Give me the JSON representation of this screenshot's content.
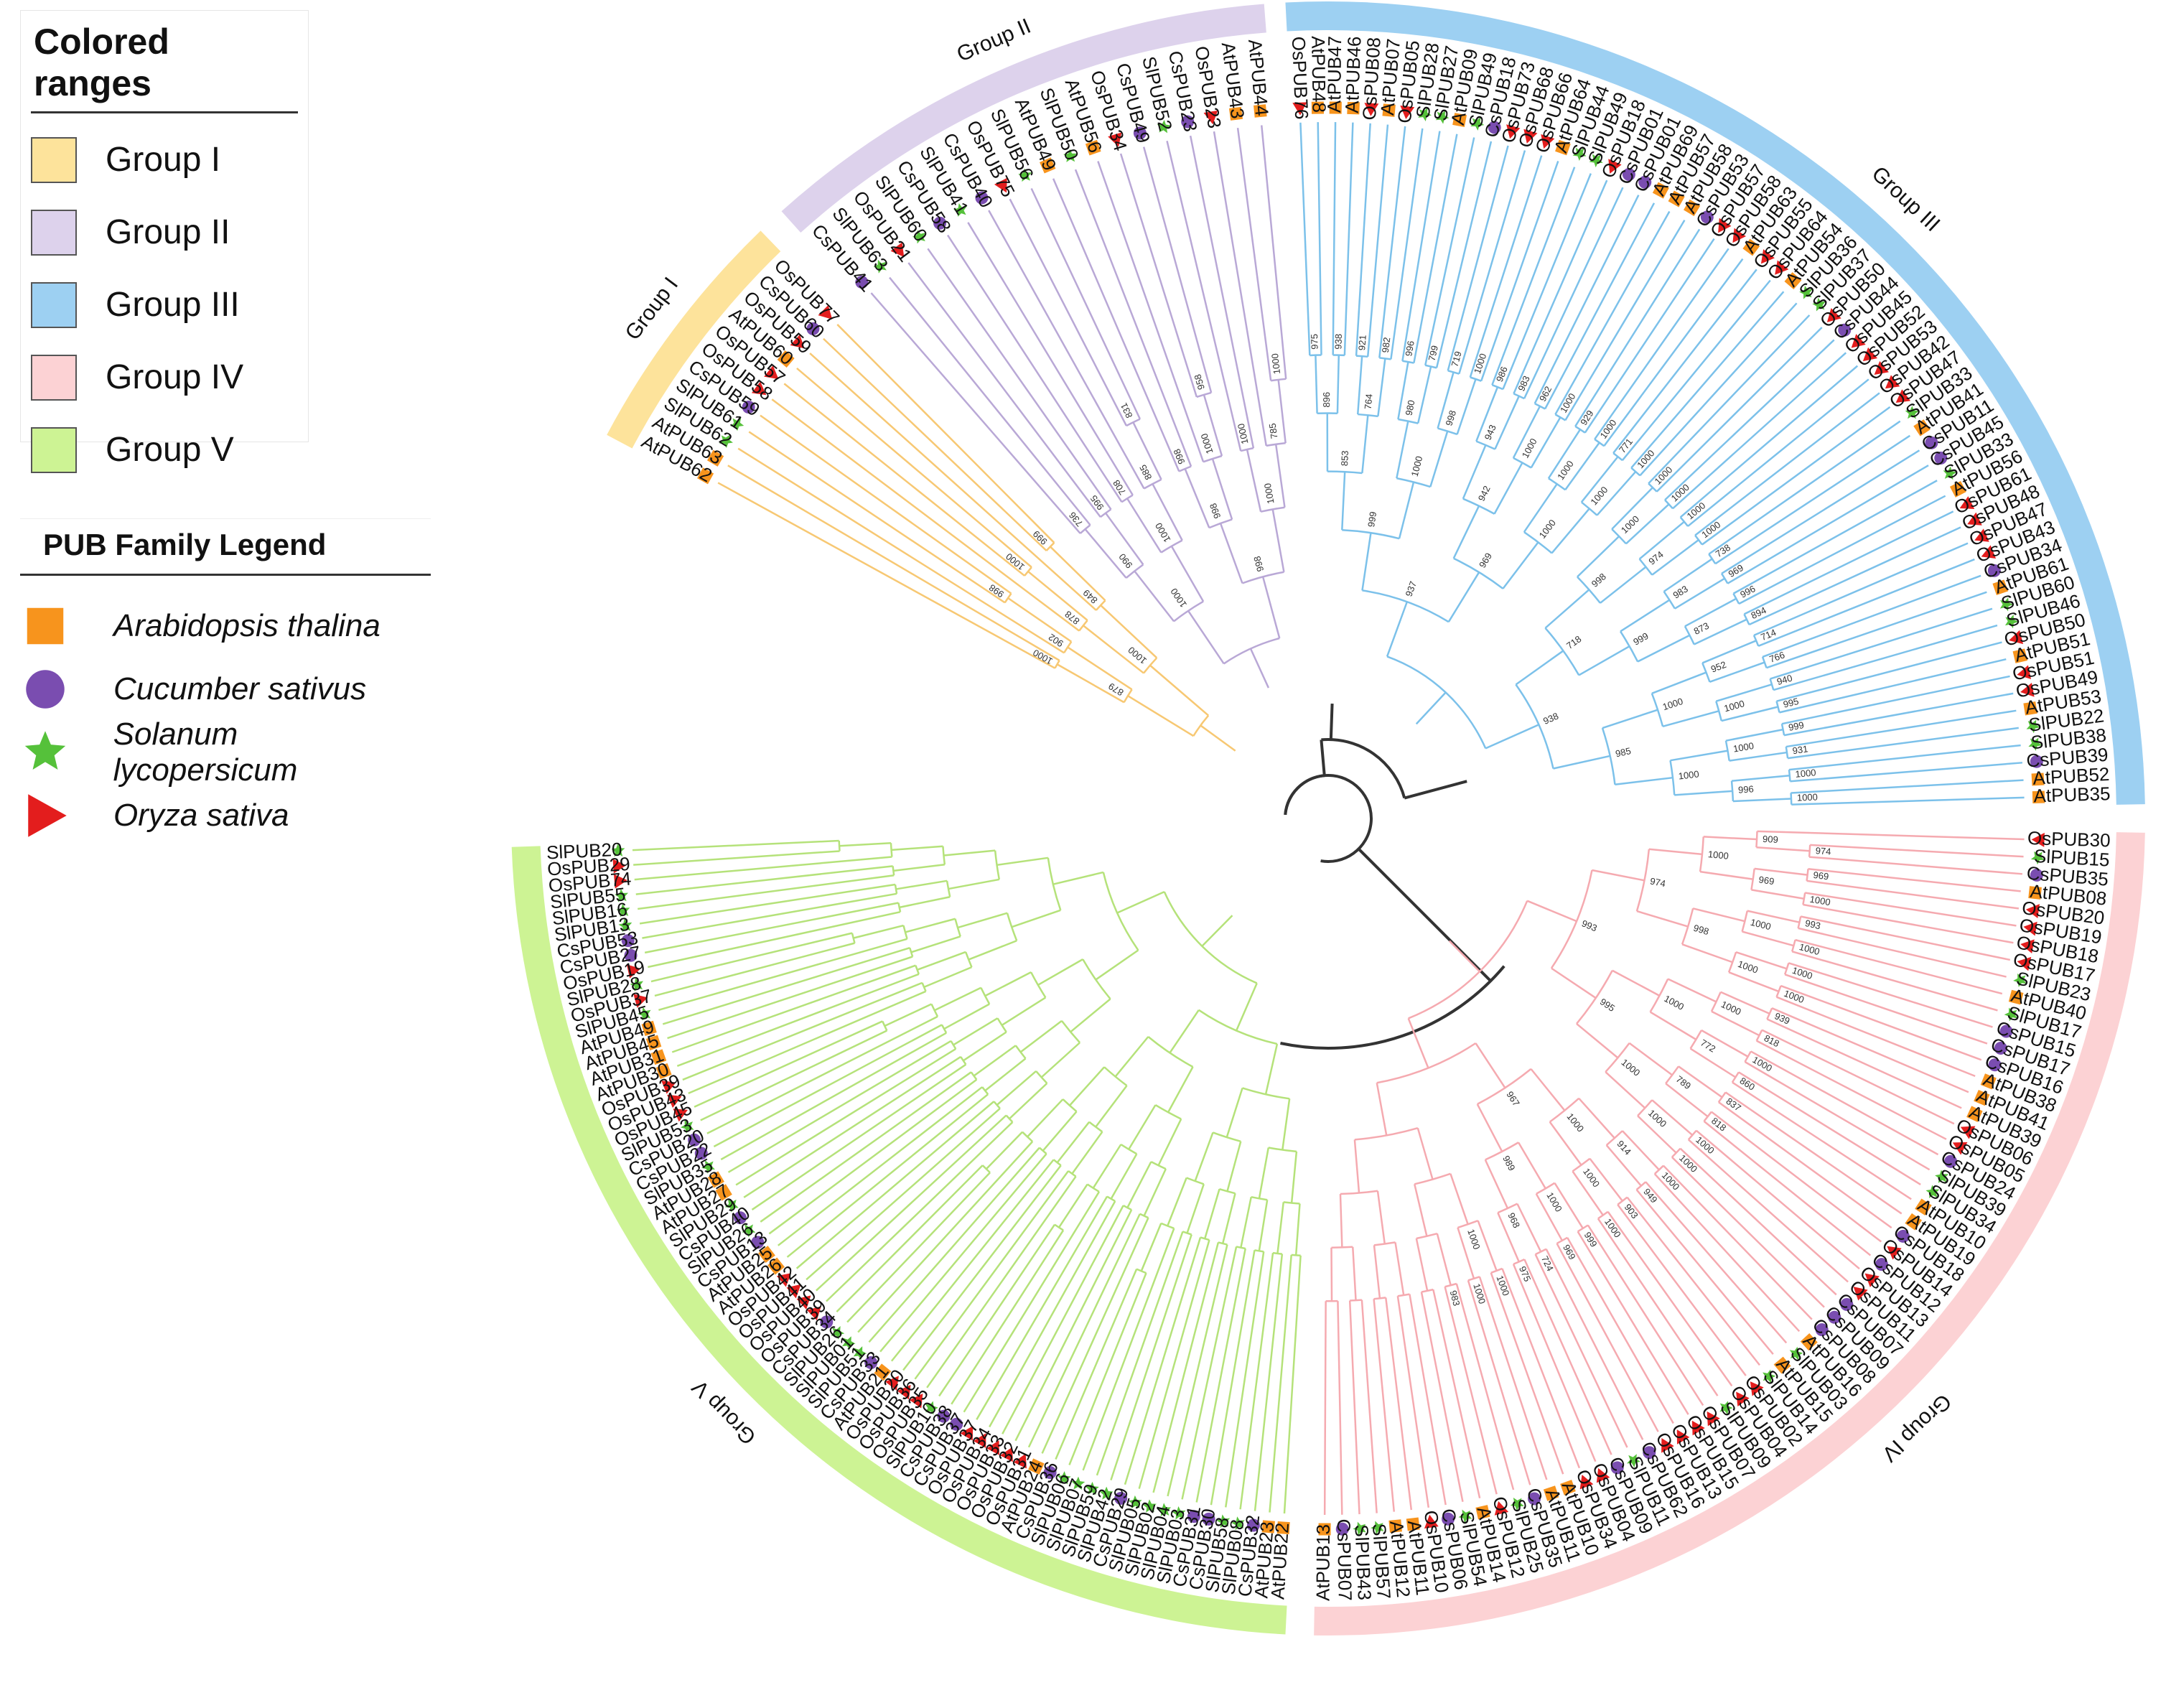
{
  "colored_ranges_legend": {
    "title": "Colored ranges",
    "items": [
      {
        "label": "Group I",
        "color": "#fde39b"
      },
      {
        "label": "Group II",
        "color": "#ddd2ec"
      },
      {
        "label": "Group III",
        "color": "#9dd0f2"
      },
      {
        "label": "Group IV",
        "color": "#fcd2d4"
      },
      {
        "label": "Group V",
        "color": "#cdf394"
      }
    ]
  },
  "pub_family_legend": {
    "title": "PUB Family Legend",
    "items": [
      {
        "label": "Arabidopsis thalina",
        "symbol": "square",
        "color": "#f7941d"
      },
      {
        "label": "Cucumber sativus",
        "symbol": "circle",
        "color": "#7a4db0"
      },
      {
        "label": "Solanum lycopersicum",
        "symbol": "star",
        "color": "#55c13a"
      },
      {
        "label": "Oryza sativa",
        "symbol": "triangle",
        "color": "#e31d1d"
      }
    ]
  },
  "groups": [
    {
      "label": "Group I",
      "ring_color": "#fde39b",
      "branch_color": "#f7c873",
      "leaves": [
        "AtPUB62",
        "AtPUB63",
        "SlPUB62",
        "SlPUB61",
        "CsPUB59",
        "OsPUB58",
        "OsPUB57",
        "AtPUB60",
        "OsPUB59",
        "CsPUB60",
        "OsPUB77"
      ]
    },
    {
      "label": "Group II",
      "ring_color": "#ddd2ec",
      "branch_color": "#b9a8d6",
      "leaves": [
        "CsPUB41",
        "SlPUB63",
        "OsPUB21",
        "SlPUB60",
        "CsPUB58",
        "SlPUB41",
        "CsPUB40",
        "OsPUB75",
        "SlPUB56",
        "AtPUB49",
        "SlPUB50",
        "AtPUB56",
        "OsPUB34",
        "CsPUB49",
        "SlPUB52",
        "CsPUB23",
        "OsPUB23",
        "AtPUB43",
        "AtPUB44"
      ]
    },
    {
      "label": "Group III",
      "ring_color": "#9dd0f2",
      "branch_color": "#7cc1ea",
      "leaves": [
        "OsPUB76",
        "AtPUB48",
        "AtPUB47",
        "AtPUB46",
        "OsPUB08",
        "AtPUB07",
        "OsPUB05",
        "SlPUB28",
        "SlPUB27",
        "AtPUB09",
        "SlPUB49",
        "CsPUB18",
        "OsPUB73",
        "OsPUB68",
        "OsPUB66",
        "AtPUB64",
        "SlPUB44",
        "SlPUB49",
        "OsPUB18",
        "CsPUB01",
        "CsPUB01",
        "AtPUB69",
        "AtPUB57",
        "AtPUB58",
        "CsPUB53",
        "OsPUB57",
        "OsPUB58",
        "AtPUB63",
        "OsPUB55",
        "OsPUB64",
        "AtPUB54",
        "SlPUB36",
        "SlPUB37",
        "OsPUB50",
        "CsPUB44",
        "OsPUB45",
        "OsPUB52",
        "OsPUB53",
        "OsPUB42",
        "OsPUB47",
        "SlPUB33",
        "AtPUB41",
        "CsPUB11",
        "CsPUB45",
        "SlPUB33",
        "AtPUB56",
        "OsPUB61",
        "OsPUB48",
        "OsPUB47",
        "OsPUB43",
        "CsPUB34",
        "AtPUB61",
        "SlPUB60",
        "SlPUB46",
        "OsPUB50",
        "AtPUB51",
        "OsPUB51",
        "OsPUB49",
        "AtPUB53",
        "SlPUB22",
        "SlPUB38",
        "CsPUB39",
        "AtPUB52",
        "AtPUB35"
      ]
    },
    {
      "label": "Group IV",
      "ring_color": "#fcd2d4",
      "branch_color": "#f5aab0",
      "leaves": [
        "OsPUB30",
        "SlPUB15",
        "CsPUB35",
        "AtPUB08",
        "OsPUB20",
        "OsPUB19",
        "OsPUB18",
        "OsPUB17",
        "SlPUB23",
        "AtPUB40",
        "SlPUB17",
        "CsPUB15",
        "CsPUB17",
        "CsPUB16",
        "AtPUB38",
        "AtPUB41",
        "AtPUB39",
        "OsPUB06",
        "OsPUB05",
        "CsPUB24",
        "SlPUB39",
        "SlPUB34",
        "AtPUB10",
        "AtPUB19",
        "CsPUB18",
        "OsPUB14",
        "CsPUB12",
        "OsPUB13",
        "OsPUB11",
        "CsPUB07",
        "CsPUB09",
        "CsPUB08",
        "AtPUB16",
        "SlPUB03",
        "AtPUB15",
        "SlPUB14",
        "OsPUB02",
        "OsPUB04",
        "SlPUB09",
        "OsPUB07",
        "OsPUB15",
        "OsPUB13",
        "OsPUB16",
        "CsPUB62",
        "SlPUB11",
        "CsPUB09",
        "OsPUB04",
        "OsPUB34",
        "AtPUB10",
        "AtPUB11",
        "CsPUB35",
        "SlPUB25",
        "OsPUB12",
        "AtPUB14",
        "SlPUB54",
        "CsPUB06",
        "OsPUB10",
        "AtPUB11",
        "AtPUB12",
        "SlPUB57",
        "SlPUB43",
        "CsPUB07",
        "AtPUB13"
      ]
    },
    {
      "label": "Group V",
      "ring_color": "#cdf394",
      "branch_color": "#b5e27a",
      "leaves": [
        "AtPUB22",
        "AtPUB23",
        "CsPUB32",
        "SlPUB08",
        "SlPUB58",
        "CsPUB30",
        "CsPUB31",
        "SlPUB03",
        "SlPUB04",
        "SlPUB02",
        "SlPUB05",
        "CsPUB29",
        "SlPUB42",
        "SlPUB59",
        "SlPUB07",
        "SlPUB06",
        "CsPUB36",
        "AtPUB24",
        "OsPUB31",
        "OsPUB32",
        "OsPUB33",
        "OsPUB34",
        "OsPUB37",
        "CsPUB37",
        "CsPUB38",
        "SlPUB10",
        "OsPUB35",
        "OsPUB36",
        "OsPUB20",
        "AtPUB21",
        "CsPUB33",
        "SlPUB51",
        "SlPUB01",
        "SlPUB26",
        "CsPUB34",
        "OsPUB39",
        "OsPUB40",
        "OsPUB41",
        "OsPUB42",
        "AtPUB26",
        "AtPUB25",
        "CsPUB13",
        "SlPUB26",
        "CsPUB40",
        "SlPUB29",
        "AtPUB27",
        "AtPUB28",
        "SlPUB35",
        "CsPUB22",
        "CsPUB20",
        "SlPUB53",
        "OsPUB45",
        "OsPUB43",
        "OsPUB39",
        "AtPUB30",
        "AtPUB31",
        "AtPUB45",
        "AtPUB49",
        "SlPUB45",
        "OsPUB37",
        "SlPUB28",
        "OsPUB19",
        "CsPUB27",
        "CsPUB53",
        "SlPUB13",
        "SlPUB16",
        "SlPUB55",
        "OsPUB74",
        "OsPUB29",
        "SlPUB20"
      ]
    }
  ],
  "group_ring_labels": [
    "Group I",
    "Group II",
    "Group III",
    "Group IV",
    "Group V"
  ],
  "bootstrap_values": [
    "1000",
    "998",
    "902",
    "879",
    "1000",
    "878",
    "999",
    "849",
    "1000",
    "736",
    "995",
    "990",
    "708",
    "831",
    "885",
    "1000",
    "1000",
    "998",
    "958",
    "1000",
    "998",
    "1000",
    "1000",
    "785",
    "1000",
    "998",
    "975",
    "938",
    "896",
    "921",
    "982",
    "764",
    "853",
    "996",
    "799",
    "980",
    "719",
    "1000",
    "998",
    "1000",
    "999",
    "986",
    "983",
    "943",
    "962",
    "1000",
    "1000",
    "942",
    "929",
    "1000",
    "1000",
    "771",
    "1000",
    "1000",
    "1000",
    "969",
    "937",
    "1000",
    "1000",
    "1000",
    "1000",
    "1000",
    "974",
    "998",
    "738",
    "969",
    "983",
    "996",
    "894",
    "873",
    "999",
    "718",
    "714",
    "766",
    "952",
    "940",
    "995",
    "1000",
    "1000",
    "999",
    "931",
    "1000",
    "1000",
    "1000",
    "996",
    "1000",
    "985",
    "938",
    "974",
    "909",
    "969",
    "1000",
    "969",
    "1000",
    "993",
    "1000",
    "1000",
    "1000",
    "1000",
    "1000",
    "998",
    "974",
    "939",
    "818",
    "1000",
    "1000",
    "860",
    "772",
    "1000",
    "837",
    "818",
    "789",
    "1000",
    "1000",
    "1000",
    "1000",
    "995",
    "993",
    "1000",
    "949",
    "914",
    "903",
    "1000",
    "1000",
    "1000",
    "999",
    "969",
    "1000",
    "724",
    "975",
    "968",
    "989",
    "967",
    "1000",
    "1000",
    "1000",
    "983"
  ]
}
